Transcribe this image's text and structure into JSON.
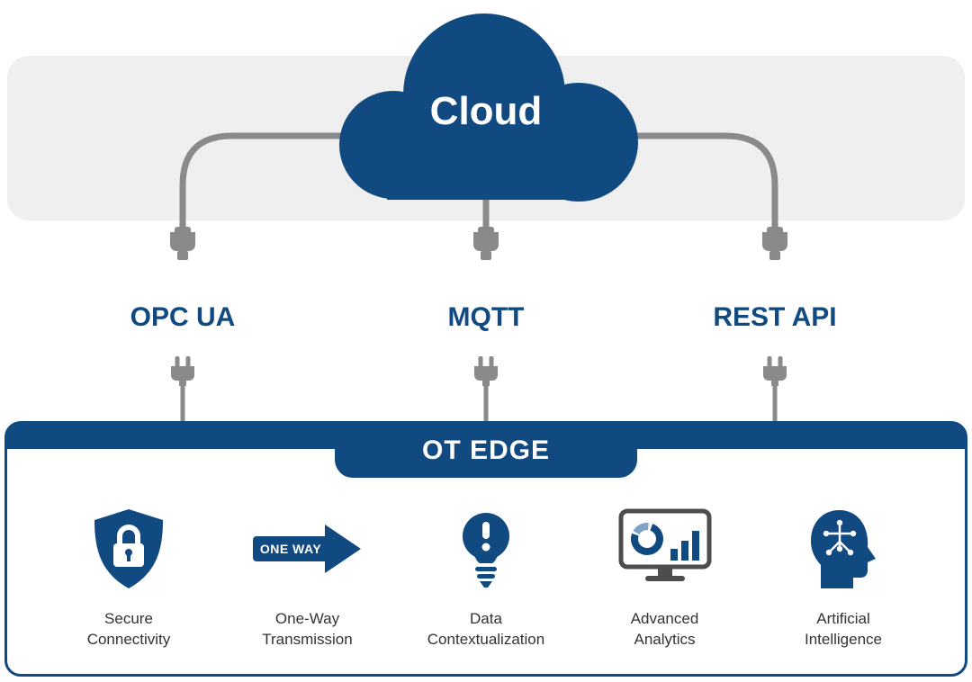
{
  "colors": {
    "brand_blue": "#114A80",
    "band_gray": "#EFEFEF",
    "cable_gray": "#8A8A8A",
    "monitor_gray": "#4D4D4D",
    "label_text": "#333333"
  },
  "cloud": {
    "label": "Cloud"
  },
  "protocols": [
    {
      "label": "OPC UA"
    },
    {
      "label": "MQTT"
    },
    {
      "label": "REST API"
    }
  ],
  "edge": {
    "title": "OT EDGE",
    "features": [
      {
        "icon": "shield-lock-icon",
        "line1": "Secure",
        "line2": "Connectivity"
      },
      {
        "icon": "one-way-arrow-icon",
        "badge": "ONE WAY",
        "line1": "One-Way",
        "line2": "Transmission"
      },
      {
        "icon": "lightbulb-alert-icon",
        "line1": "Data",
        "line2": "Contextualization"
      },
      {
        "icon": "analytics-monitor-icon",
        "line1": "Advanced",
        "line2": "Analytics"
      },
      {
        "icon": "ai-head-icon",
        "line1": "Artificial",
        "line2": "Intelligence"
      }
    ]
  }
}
